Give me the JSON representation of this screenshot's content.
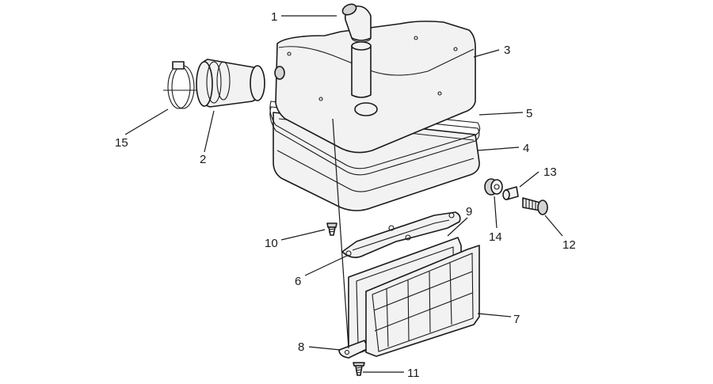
{
  "callouts": [
    {
      "id": "1",
      "label": "1"
    },
    {
      "id": "2",
      "label": "2"
    },
    {
      "id": "3",
      "label": "3"
    },
    {
      "id": "4",
      "label": "4"
    },
    {
      "id": "5",
      "label": "5"
    },
    {
      "id": "6",
      "label": "6"
    },
    {
      "id": "7",
      "label": "7"
    },
    {
      "id": "8",
      "label": "8"
    },
    {
      "id": "9",
      "label": "9"
    },
    {
      "id": "10",
      "label": "10"
    },
    {
      "id": "11",
      "label": "11"
    },
    {
      "id": "12",
      "label": "12"
    },
    {
      "id": "13",
      "label": "13"
    },
    {
      "id": "14",
      "label": "14"
    },
    {
      "id": "15",
      "label": "15"
    }
  ],
  "colors": {
    "line": "#1a1a1a",
    "fill": "#f2f2f2",
    "background": "#ffffff"
  }
}
